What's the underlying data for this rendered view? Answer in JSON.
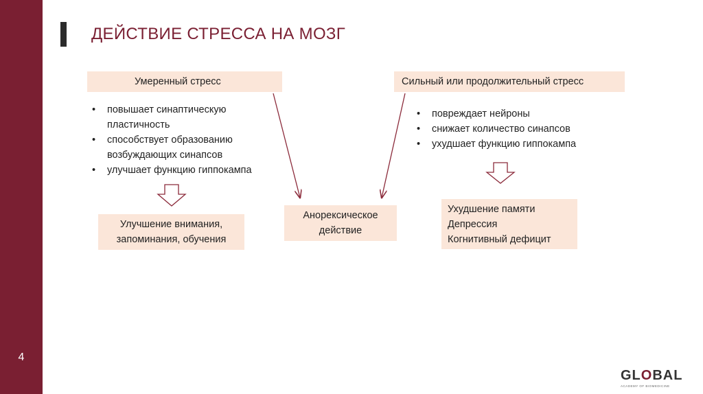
{
  "slide": {
    "number": "4",
    "title": "ДЕЙСТВИЕ СТРЕССА НА МОЗГ"
  },
  "moderate": {
    "header": "Умеренный стресс",
    "bullets": [
      "повышает синаптическую пластичность",
      "способствует образованию возбуждающих синапсов",
      "улучшает функцию гиппокампа"
    ],
    "result": [
      "Улучшение внимания,",
      "запоминания, обучения"
    ]
  },
  "strong": {
    "header": "Сильный или продолжительный стресс",
    "bullets": [
      "повреждает нейроны",
      "снижает количество синапсов",
      "ухудшает функцию гиппокампа"
    ],
    "result": [
      "Ухудшение памяти",
      "Депрессия",
      "Когнитивный дефицит"
    ]
  },
  "common": {
    "result": [
      "Анорексическое",
      "действие"
    ]
  },
  "logo": {
    "text_pre": "GL",
    "text_o": "O",
    "text_post": "BAL",
    "subtitle": "ACADEMY OF BIOMEDICINE"
  },
  "colors": {
    "accent": "#7a1f32",
    "box_fill": "#fbe6d9",
    "arrow": "#8b2a3a"
  }
}
